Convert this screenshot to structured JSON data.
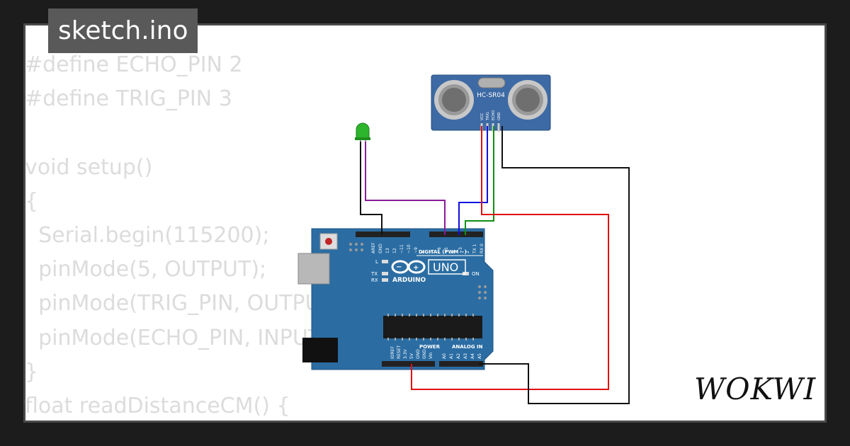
{
  "file_title": "sketch.ino",
  "code_lines": [
    "#define ECHO_PIN 2",
    "#define TRIG_PIN 3",
    "",
    "void setup()",
    "{",
    "  Serial.begin(115200);",
    "  pinMode(5, OUTPUT);",
    "  pinMode(TRIG_PIN, OUTPUT);",
    "  pinMode(ECHO_PIN, INPUT);",
    "}",
    "float readDistanceCM() {"
  ],
  "sensor": {
    "label": "HC-SR04",
    "pins": [
      "VCC",
      "TRIG",
      "ECHO",
      "GND"
    ]
  },
  "arduino": {
    "model": "UNO",
    "brand": "ARDUINO",
    "digital_header": "DIGITAL (PWM ~)",
    "power_header": "POWER",
    "analog_header": "ANALOG IN",
    "on_label": "ON",
    "l_label": "L",
    "tx_label": "TX",
    "rx_label": "RX",
    "top_pins": [
      "AREF",
      "GND",
      "13",
      "12",
      "~11",
      "~10",
      "~9",
      "8",
      "7",
      "~6",
      "~5",
      "4",
      "~3",
      "2",
      "TX 1",
      "RX 0"
    ],
    "power_pins": [
      "IOREF",
      "RESET",
      "3.3V",
      "5V",
      "GND",
      "GND",
      "Vin"
    ],
    "analog_pins": [
      "A0",
      "A1",
      "A2",
      "A3",
      "A4",
      "A5"
    ]
  },
  "logo": "WOKWI",
  "colors": {
    "board": "#2b6da3",
    "wire_red": "#e01010",
    "wire_blue": "#1010e0",
    "wire_green": "#109010",
    "wire_purple": "#8a1a9a",
    "wire_black": "#111111",
    "led": "#2db52d"
  }
}
